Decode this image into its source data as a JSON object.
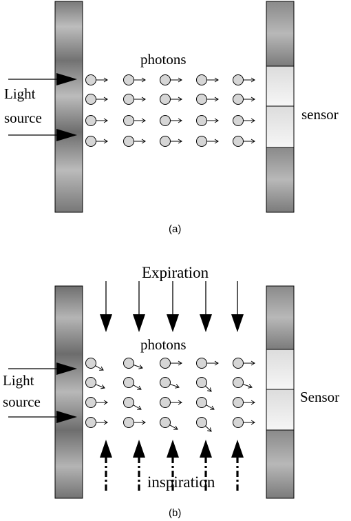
{
  "panel_a": {
    "caption": "(a)",
    "photons_label": "photons",
    "light_source_line1": "Light",
    "light_source_line2": "source",
    "sensor_label": "sensor"
  },
  "panel_b": {
    "caption": "(b)",
    "photons_label": "photons",
    "light_source_line1": "Light",
    "light_source_line2": "source",
    "sensor_label": "Sensor",
    "expiration_label": "Expiration",
    "inspiration_label": "inspiration"
  },
  "colors": {
    "wall_dark": "#6e6e6e",
    "wall_light": "#b9b9b9",
    "photon_fill": "#d6d6d6",
    "ink": "#000000"
  },
  "icons": {
    "photon": "circle-with-arrow",
    "arrow": "filled-triangle-arrow"
  }
}
